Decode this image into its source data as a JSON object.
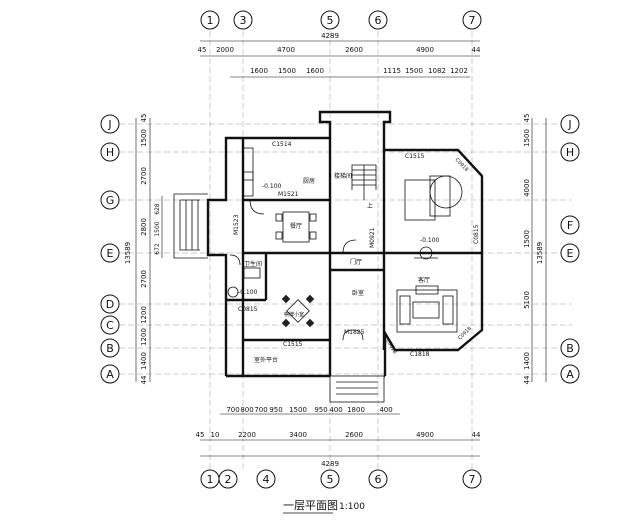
{
  "axes_top": [
    "1",
    "3",
    "5",
    "6",
    "7"
  ],
  "axes_bottom": [
    "1",
    "2",
    "4",
    "5",
    "6",
    "7"
  ],
  "axes_left": [
    "J",
    "H",
    "G",
    "E",
    "D",
    "C",
    "B",
    "A"
  ],
  "axes_right": [
    "J",
    "H",
    "F",
    "E",
    "B",
    "A"
  ],
  "dims": {
    "top_total": "4289",
    "top_row1": [
      "45",
      "2000",
      "4700",
      "2600",
      "4900",
      "44"
    ],
    "top_row2": [
      "1600",
      "1500",
      "1600",
      "1115",
      "1500",
      "1082",
      "1202"
    ],
    "bottom_total": "4289",
    "bottom_row1": [
      "45",
      "10",
      "2200",
      "3400",
      "2600",
      "4900",
      "44"
    ],
    "bottom_row2": [
      "700",
      "800",
      "700",
      "950",
      "1500",
      "950",
      "400",
      "1800",
      "400"
    ],
    "left_outer": "13589",
    "left_segments": [
      "45",
      "1500",
      "2700",
      "2800",
      "2700",
      "1200",
      "1200",
      "1400",
      "44"
    ],
    "left_small": [
      "628",
      "1500",
      "672"
    ],
    "right_outer": "13589",
    "right_segments": [
      "45",
      "1500",
      "4000",
      "1500",
      "5100",
      "1400",
      "44"
    ]
  },
  "rooms": {
    "kitchen": "厨房",
    "dining": "餐厅",
    "stair_storage": "楼梯间",
    "living": "客厅",
    "bath": "卫生间",
    "guest_room": "棋牌小室",
    "bedroom": "卧室",
    "entry": "门厅",
    "terrace": "室外平台",
    "hall_up": "上"
  },
  "tags": {
    "c1514": "C1514",
    "c1515_top": "C1515",
    "c1515_bottom": "C1515",
    "m1521": "M1521",
    "m1523": "M1523",
    "m0921": "M0921",
    "m1825": "M1825",
    "c0815_left": "C0815",
    "c0815_right": "C0815",
    "c1818": "C1818",
    "c0818": "C0818",
    "c0918_a": "C0918",
    "c0918_b": "C0918",
    "lvl_kitchen": "-0.100",
    "lvl_bath": "-0.100",
    "lvl_living": "-0.100"
  },
  "title": {
    "name": "一层平面图",
    "scale": "1:100"
  }
}
